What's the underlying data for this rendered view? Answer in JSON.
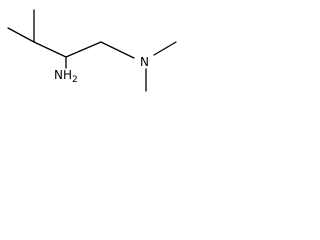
{
  "molecule": {
    "atoms": {
      "nitrogen": "N",
      "amine_prefix": "NH",
      "amine_subscript": "2"
    }
  }
}
